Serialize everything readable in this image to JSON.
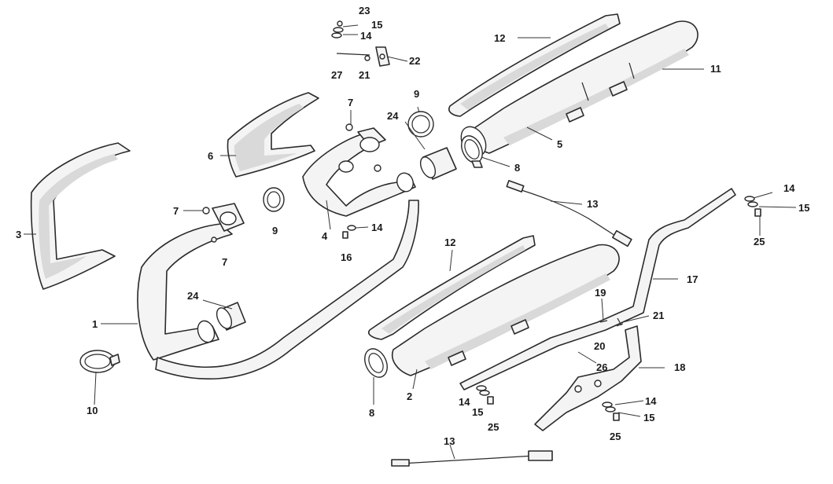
{
  "diagram": {
    "callouts": [
      {
        "id": "c23",
        "text": "23"
      },
      {
        "id": "c15a",
        "text": "15"
      },
      {
        "id": "c14a",
        "text": "14"
      },
      {
        "id": "c12a",
        "text": "12"
      },
      {
        "id": "c22",
        "text": "22"
      },
      {
        "id": "c27",
        "text": "27"
      },
      {
        "id": "c21a",
        "text": "21"
      },
      {
        "id": "c11",
        "text": "11"
      },
      {
        "id": "c9a",
        "text": "9"
      },
      {
        "id": "c7a",
        "text": "7"
      },
      {
        "id": "c24a",
        "text": "24"
      },
      {
        "id": "c6",
        "text": "6"
      },
      {
        "id": "c5",
        "text": "5"
      },
      {
        "id": "c8a",
        "text": "8"
      },
      {
        "id": "c3",
        "text": "3"
      },
      {
        "id": "c7b",
        "text": "7"
      },
      {
        "id": "c9b",
        "text": "9"
      },
      {
        "id": "c4",
        "text": "4"
      },
      {
        "id": "c14b",
        "text": "14"
      },
      {
        "id": "c16",
        "text": "16"
      },
      {
        "id": "c13a",
        "text": "13"
      },
      {
        "id": "c14c",
        "text": "14"
      },
      {
        "id": "c15b",
        "text": "15"
      },
      {
        "id": "c25a",
        "text": "25"
      },
      {
        "id": "c7c",
        "text": "7"
      },
      {
        "id": "c12b",
        "text": "12"
      },
      {
        "id": "c17",
        "text": "17"
      },
      {
        "id": "c24b",
        "text": "24"
      },
      {
        "id": "c1",
        "text": "1"
      },
      {
        "id": "c19",
        "text": "19"
      },
      {
        "id": "c21b",
        "text": "21"
      },
      {
        "id": "c20",
        "text": "20"
      },
      {
        "id": "c26",
        "text": "26"
      },
      {
        "id": "c18",
        "text": "18"
      },
      {
        "id": "c10",
        "text": "10"
      },
      {
        "id": "c8b",
        "text": "8"
      },
      {
        "id": "c2",
        "text": "2"
      },
      {
        "id": "c14d",
        "text": "14"
      },
      {
        "id": "c15c",
        "text": "15"
      },
      {
        "id": "c25b",
        "text": "25"
      },
      {
        "id": "c14e",
        "text": "14"
      },
      {
        "id": "c15d",
        "text": "15"
      },
      {
        "id": "c25c",
        "text": "25"
      },
      {
        "id": "c13b",
        "text": "13"
      }
    ]
  }
}
